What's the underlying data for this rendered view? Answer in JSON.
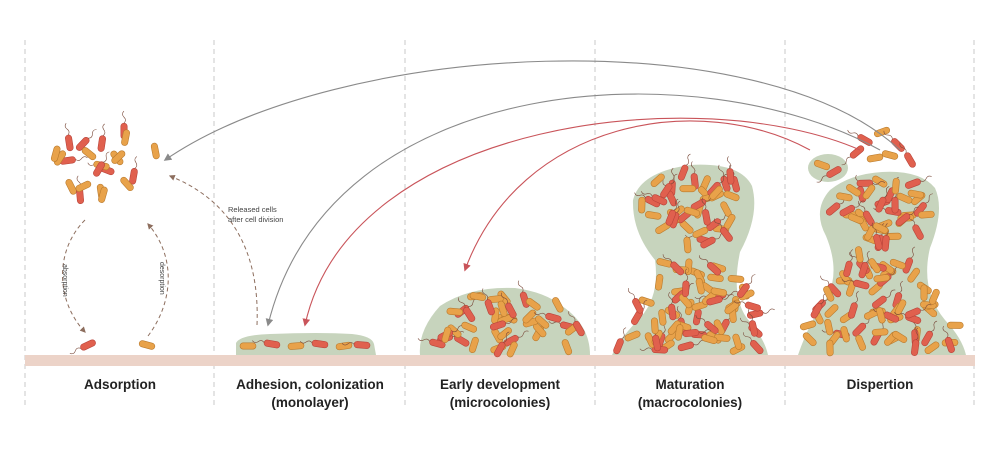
{
  "stages": [
    {
      "id": "adsorption",
      "title": "Adsorption",
      "subtitle": ""
    },
    {
      "id": "adhesion",
      "title": "Adhesion, colonization",
      "subtitle": "(monolayer)"
    },
    {
      "id": "early",
      "title": "Early development",
      "subtitle": "(microcolonies)"
    },
    {
      "id": "maturation",
      "title": "Maturation",
      "subtitle": "(macrocolonies)"
    },
    {
      "id": "dispertion",
      "title": "Dispertion",
      "subtitle": ""
    }
  ],
  "annotations": {
    "released_line1": "Released cells",
    "released_line2": "after cell division",
    "absorption": "absorption",
    "desorption": "desorption"
  },
  "colors": {
    "substrate": "#ecd3c8",
    "divider": "#c8c8c8",
    "matrix": "#b9c9ad",
    "cell_orange": "#e8a24a",
    "cell_red": "#e0604e",
    "arrow_gray": "#8a8a8a",
    "arrow_red": "#c9545a"
  }
}
